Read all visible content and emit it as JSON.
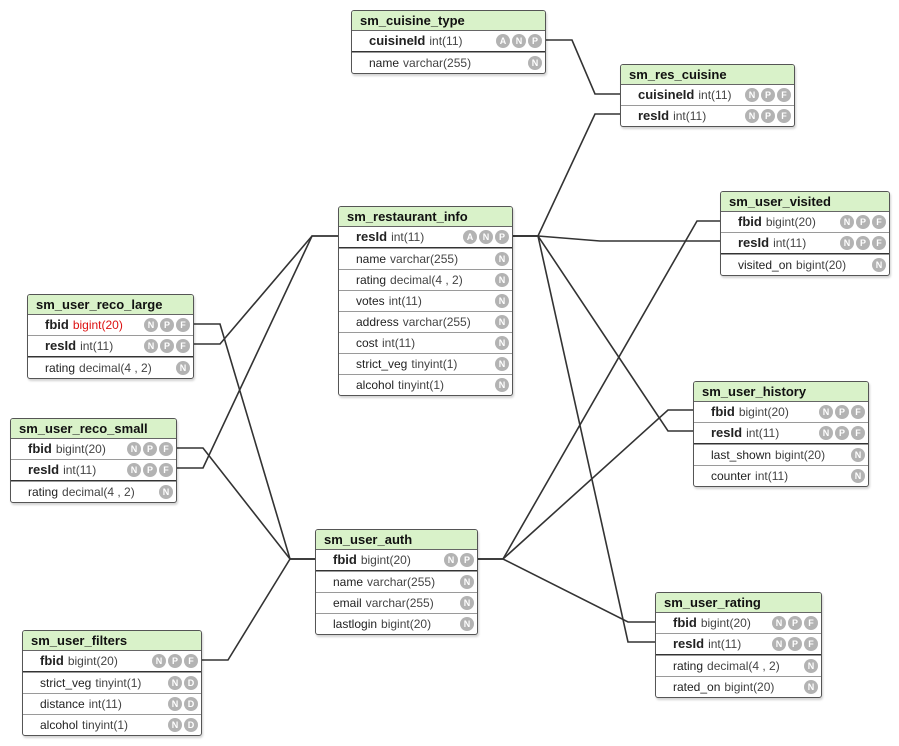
{
  "tables": [
    {
      "id": "sm_cuisine_type",
      "title": "sm_cuisine_type",
      "columns": [
        {
          "name": "cuisineId",
          "type": "int(11)",
          "flags": [
            "A",
            "N",
            "P"
          ],
          "pk": true
        },
        {
          "name": "name",
          "type": "varchar(255)",
          "flags": [
            "N"
          ],
          "pk": false
        }
      ]
    },
    {
      "id": "sm_res_cuisine",
      "title": "sm_res_cuisine",
      "columns": [
        {
          "name": "cuisineId",
          "type": "int(11)",
          "flags": [
            "N",
            "P",
            "F"
          ],
          "pk": true
        },
        {
          "name": "resId",
          "type": "int(11)",
          "flags": [
            "N",
            "P",
            "F"
          ],
          "pk": true
        }
      ]
    },
    {
      "id": "sm_restaurant_info",
      "title": "sm_restaurant_info",
      "columns": [
        {
          "name": "resId",
          "type": "int(11)",
          "flags": [
            "A",
            "N",
            "P"
          ],
          "pk": true
        },
        {
          "name": "name",
          "type": "varchar(255)",
          "flags": [
            "N"
          ],
          "pk": false
        },
        {
          "name": "rating",
          "type": "decimal(4 , 2)",
          "flags": [
            "N"
          ],
          "pk": false
        },
        {
          "name": "votes",
          "type": "int(11)",
          "flags": [
            "N"
          ],
          "pk": false
        },
        {
          "name": "address",
          "type": "varchar(255)",
          "flags": [
            "N"
          ],
          "pk": false
        },
        {
          "name": "cost",
          "type": "int(11)",
          "flags": [
            "N"
          ],
          "pk": false
        },
        {
          "name": "strict_veg",
          "type": "tinyint(1)",
          "flags": [
            "N"
          ],
          "pk": false
        },
        {
          "name": "alcohol",
          "type": "tinyint(1)",
          "flags": [
            "N"
          ],
          "pk": false
        }
      ]
    },
    {
      "id": "sm_user_visited",
      "title": "sm_user_visited",
      "columns": [
        {
          "name": "fbid",
          "type": "bigint(20)",
          "flags": [
            "N",
            "P",
            "F"
          ],
          "pk": true
        },
        {
          "name": "resId",
          "type": "int(11)",
          "flags": [
            "N",
            "P",
            "F"
          ],
          "pk": true
        },
        {
          "name": "visited_on",
          "type": "bigint(20)",
          "flags": [
            "N"
          ],
          "pk": false
        }
      ]
    },
    {
      "id": "sm_user_reco_large",
      "title": "sm_user_reco_large",
      "columns": [
        {
          "name": "fbid",
          "type": "bigint(20)",
          "flags": [
            "N",
            "P",
            "F"
          ],
          "pk": true,
          "highlight": true
        },
        {
          "name": "resId",
          "type": "int(11)",
          "flags": [
            "N",
            "P",
            "F"
          ],
          "pk": true
        },
        {
          "name": "rating",
          "type": "decimal(4 , 2)",
          "flags": [
            "N"
          ],
          "pk": false
        }
      ]
    },
    {
      "id": "sm_user_reco_small",
      "title": "sm_user_reco_small",
      "columns": [
        {
          "name": "fbid",
          "type": "bigint(20)",
          "flags": [
            "N",
            "P",
            "F"
          ],
          "pk": true
        },
        {
          "name": "resId",
          "type": "int(11)",
          "flags": [
            "N",
            "P",
            "F"
          ],
          "pk": true
        },
        {
          "name": "rating",
          "type": "decimal(4 , 2)",
          "flags": [
            "N"
          ],
          "pk": false
        }
      ]
    },
    {
      "id": "sm_user_history",
      "title": "sm_user_history",
      "columns": [
        {
          "name": "fbid",
          "type": "bigint(20)",
          "flags": [
            "N",
            "P",
            "F"
          ],
          "pk": true
        },
        {
          "name": "resId",
          "type": "int(11)",
          "flags": [
            "N",
            "P",
            "F"
          ],
          "pk": true
        },
        {
          "name": "last_shown",
          "type": "bigint(20)",
          "flags": [
            "N"
          ],
          "pk": false
        },
        {
          "name": "counter",
          "type": "int(11)",
          "flags": [
            "N"
          ],
          "pk": false
        }
      ]
    },
    {
      "id": "sm_user_auth",
      "title": "sm_user_auth",
      "columns": [
        {
          "name": "fbid",
          "type": "bigint(20)",
          "flags": [
            "N",
            "P"
          ],
          "pk": true
        },
        {
          "name": "name",
          "type": "varchar(255)",
          "flags": [
            "N"
          ],
          "pk": false
        },
        {
          "name": "email",
          "type": "varchar(255)",
          "flags": [
            "N"
          ],
          "pk": false
        },
        {
          "name": "lastlogin",
          "type": "bigint(20)",
          "flags": [
            "N"
          ],
          "pk": false
        }
      ]
    },
    {
      "id": "sm_user_filters",
      "title": "sm_user_filters",
      "columns": [
        {
          "name": "fbid",
          "type": "bigint(20)",
          "flags": [
            "N",
            "P",
            "F"
          ],
          "pk": true
        },
        {
          "name": "strict_veg",
          "type": "tinyint(1)",
          "flags": [
            "N",
            "D"
          ],
          "pk": false
        },
        {
          "name": "distance",
          "type": "int(11)",
          "flags": [
            "N",
            "D"
          ],
          "pk": false
        },
        {
          "name": "alcohol",
          "type": "tinyint(1)",
          "flags": [
            "N",
            "D"
          ],
          "pk": false
        }
      ]
    },
    {
      "id": "sm_user_rating",
      "title": "sm_user_rating",
      "columns": [
        {
          "name": "fbid",
          "type": "bigint(20)",
          "flags": [
            "N",
            "P",
            "F"
          ],
          "pk": true
        },
        {
          "name": "resId",
          "type": "int(11)",
          "flags": [
            "N",
            "P",
            "F"
          ],
          "pk": true
        },
        {
          "name": "rating",
          "type": "decimal(4 , 2)",
          "flags": [
            "N"
          ],
          "pk": false
        },
        {
          "name": "rated_on",
          "type": "bigint(20)",
          "flags": [
            "N"
          ],
          "pk": false
        }
      ]
    }
  ],
  "relations": [
    {
      "from": "sm_cuisine_type",
      "to": "sm_res_cuisine"
    },
    {
      "from": "sm_restaurant_info",
      "to": "sm_res_cuisine"
    },
    {
      "from": "sm_restaurant_info",
      "to": "sm_user_visited"
    },
    {
      "from": "sm_restaurant_info",
      "to": "sm_user_reco_large"
    },
    {
      "from": "sm_restaurant_info",
      "to": "sm_user_reco_small"
    },
    {
      "from": "sm_restaurant_info",
      "to": "sm_user_history"
    },
    {
      "from": "sm_restaurant_info",
      "to": "sm_user_rating"
    },
    {
      "from": "sm_user_auth",
      "to": "sm_user_visited"
    },
    {
      "from": "sm_user_auth",
      "to": "sm_user_history"
    },
    {
      "from": "sm_user_auth",
      "to": "sm_user_rating"
    },
    {
      "from": "sm_user_auth",
      "to": "sm_user_reco_large"
    },
    {
      "from": "sm_user_auth",
      "to": "sm_user_reco_small"
    },
    {
      "from": "sm_user_auth",
      "to": "sm_user_filters"
    }
  ],
  "colors": {
    "header_bg": "#d9f2c9",
    "flag_bg": "#b3b3b3",
    "highlight_type": "#dd1111",
    "line": "#333333"
  }
}
